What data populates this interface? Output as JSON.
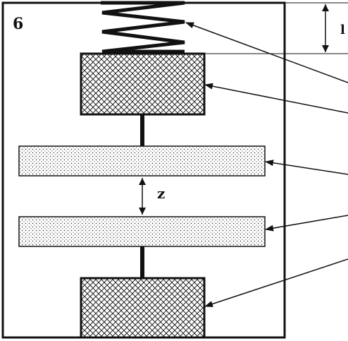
{
  "figure": {
    "number_label": "6",
    "gap_label": "z",
    "edge_label": "l",
    "colors": {
      "ink": "#111111",
      "background": "#ffffff"
    }
  }
}
